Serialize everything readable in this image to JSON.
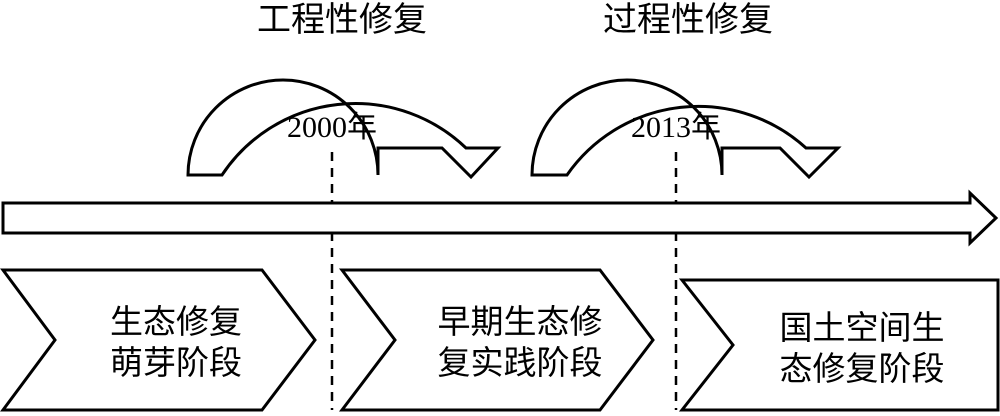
{
  "diagram": {
    "repairs": {
      "engineering": "工程性修复",
      "process": "过程性修复"
    },
    "years": {
      "y2000": "2000年",
      "y2013": "2013年"
    },
    "stages": {
      "stage1": {
        "line1": "生态修复",
        "line2": "萌芽阶段"
      },
      "stage2": {
        "line1": "早期生态修",
        "line2": "复实践阶段"
      },
      "stage3": {
        "line1": "国土空间生",
        "line2": "态修复阶段"
      }
    }
  }
}
